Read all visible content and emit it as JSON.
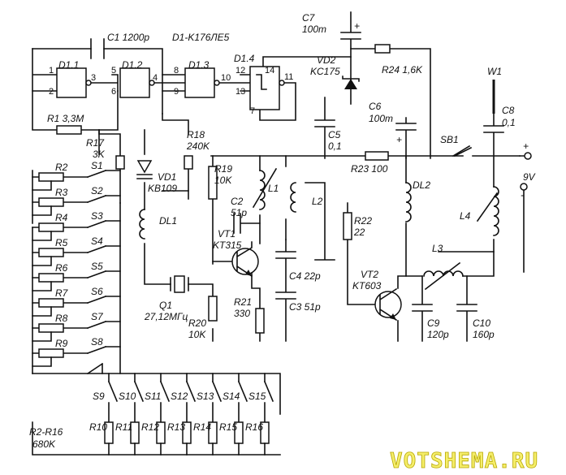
{
  "labels": {
    "c1": "C1 1200p",
    "d1": "D1-K176ЛЕ5",
    "c7": "C7",
    "c7v": "100m",
    "d11": "D1.1",
    "d12": "D1.2",
    "d13": "D1.3",
    "d14": "D1.4",
    "vd2": "VD2",
    "vd2v": "KC175",
    "r24": "R24 1,6K",
    "w1": "W1",
    "c8": "C8",
    "c8v": "0,1",
    "r1": "R1 3,3M",
    "r17": "R17",
    "r17v": "3K",
    "r18": "R18",
    "r18v": "240K",
    "c6": "C6",
    "c6v": "100m",
    "c5": "C5",
    "c5v": "0,1",
    "sb1": "SB1",
    "r23": "R23 100",
    "v9": "9V",
    "vd1": "VD1",
    "vd1v": "KB109",
    "r19": "R19",
    "r19v": "10K",
    "l1": "L1",
    "l2": "L2",
    "dl2": "DL2",
    "l4": "L4",
    "dl1": "DL1",
    "c2": "C2",
    "c2v": "51p",
    "r22": "R22",
    "r22v": "22",
    "vt1": "VT1",
    "vt1v": "KT315",
    "c4": "C4 22p",
    "l3": "L3",
    "vt2": "VT2",
    "vt2v": "KT603",
    "q1": "Q1",
    "q1v": "27,12МГц",
    "r21": "R21",
    "r21v": "330",
    "c3": "C3 51p",
    "r20": "R20",
    "r20v": "10K",
    "c9": "C9",
    "c9v": "120p",
    "c10": "C10",
    "c10v": "160p",
    "r216": "R2-R16",
    "r216v": "680K",
    "watermark": "VOTSHEMA.RU"
  },
  "resistors_left": [
    "R2",
    "R3",
    "R4",
    "R5",
    "R6",
    "R7",
    "R8",
    "R9"
  ],
  "switches_left": [
    "S1",
    "S2",
    "S3",
    "S4",
    "S5",
    "S6",
    "S7",
    "S8"
  ],
  "switches_bottom": [
    "S9",
    "S10",
    "S11",
    "S12",
    "S13",
    "S14",
    "S15"
  ],
  "resistors_bottom": [
    "R10",
    "R11",
    "R12",
    "R13",
    "R14",
    "R15",
    "R16"
  ],
  "pins": [
    "1",
    "2",
    "3",
    "5",
    "6",
    "4",
    "8",
    "9",
    "10",
    "12",
    "13",
    "14",
    "7",
    "11"
  ]
}
